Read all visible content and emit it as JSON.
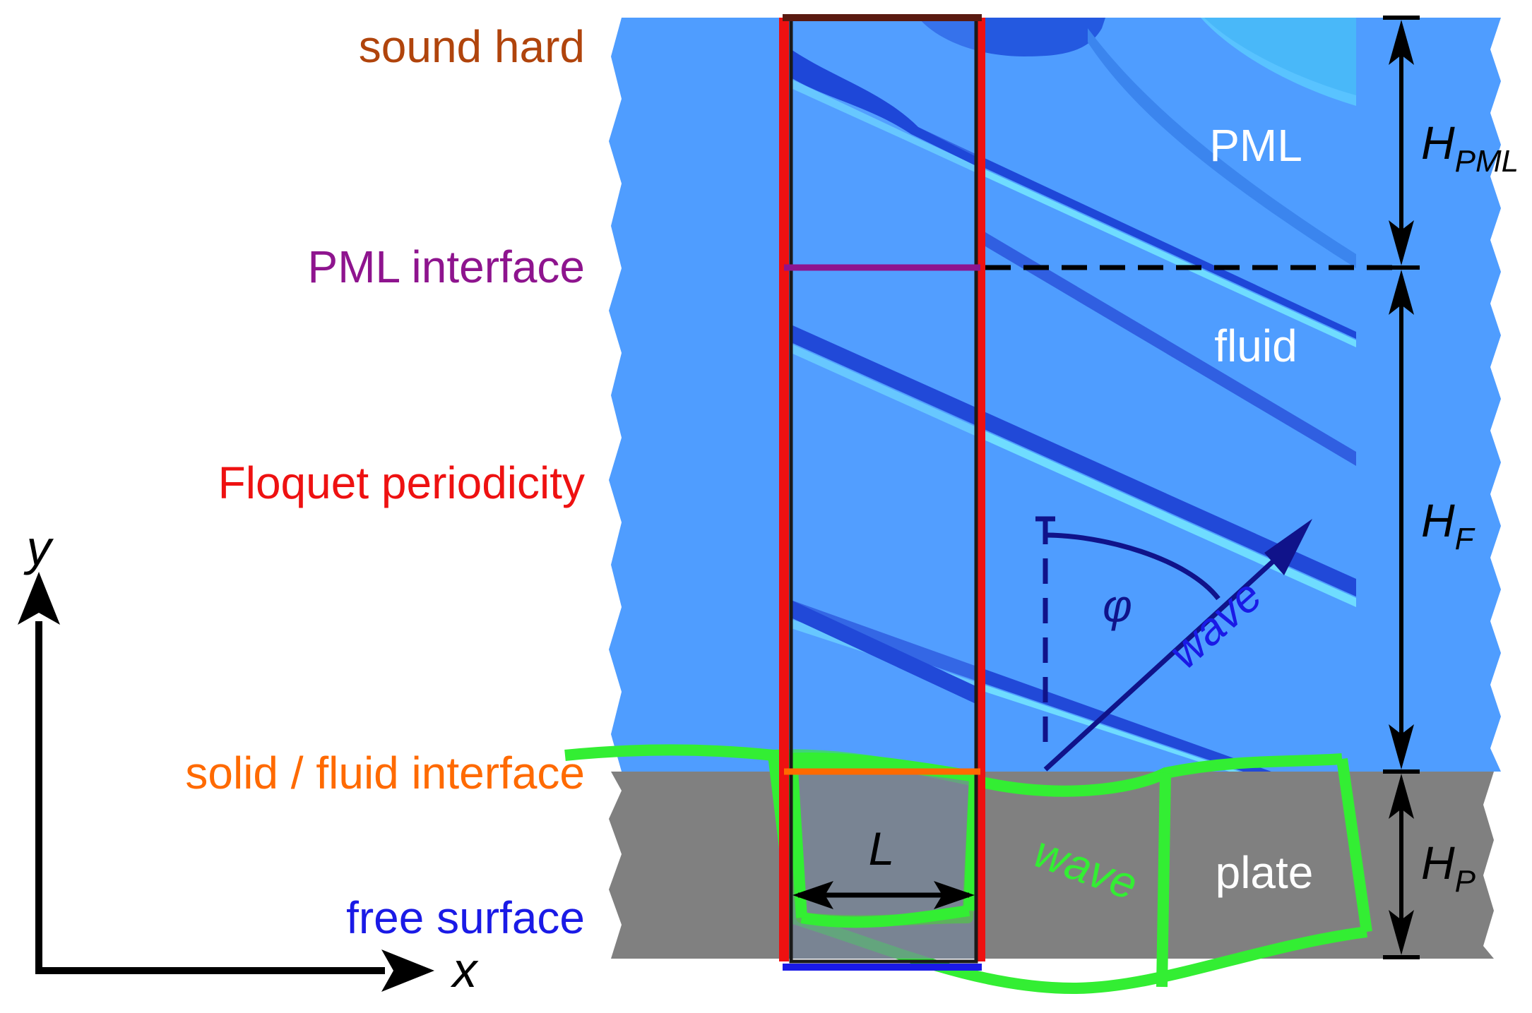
{
  "boundary_labels": {
    "sound_hard": "sound hard",
    "pml_interface": "PML interface",
    "floquet": "Floquet periodicity",
    "solid_fluid": "solid / fluid interface",
    "free_surface": "free surface"
  },
  "regions": {
    "pml": "PML",
    "fluid": "fluid",
    "plate": "plate"
  },
  "wave_labels": {
    "fluid_wave": "wave",
    "plate_wave": "wave",
    "angle": "φ",
    "period": "L"
  },
  "dimensions": {
    "h_pml": {
      "main": "H",
      "sub": "PML"
    },
    "h_f": {
      "main": "H",
      "sub": "F"
    },
    "h_p": {
      "main": "H",
      "sub": "P"
    }
  },
  "axes": {
    "x": "x",
    "y": "y"
  },
  "colors": {
    "sound_hard": "#b0440c",
    "pml_interface": "#8e148e",
    "floquet": "#ee1111",
    "solid_fluid": "#ff6a00",
    "free_surface": "#1a1ae6",
    "fluid_bg": "#4f9dff",
    "plate_bg": "#808080",
    "plate_wave": "#33ee33",
    "wave_arrow": "#10138a"
  }
}
